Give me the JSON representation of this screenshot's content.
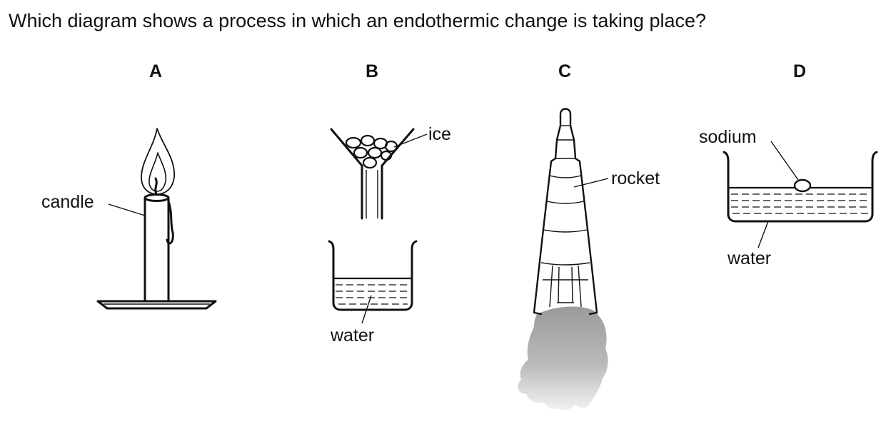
{
  "question": "Which diagram shows a process in which an endothermic change is taking place?",
  "options": [
    {
      "letter": "A",
      "labels": [
        "candle"
      ]
    },
    {
      "letter": "B",
      "labels": [
        "ice",
        "water"
      ]
    },
    {
      "letter": "C",
      "labels": [
        "rocket"
      ]
    },
    {
      "letter": "D",
      "labels": [
        "sodium",
        "water"
      ]
    }
  ]
}
